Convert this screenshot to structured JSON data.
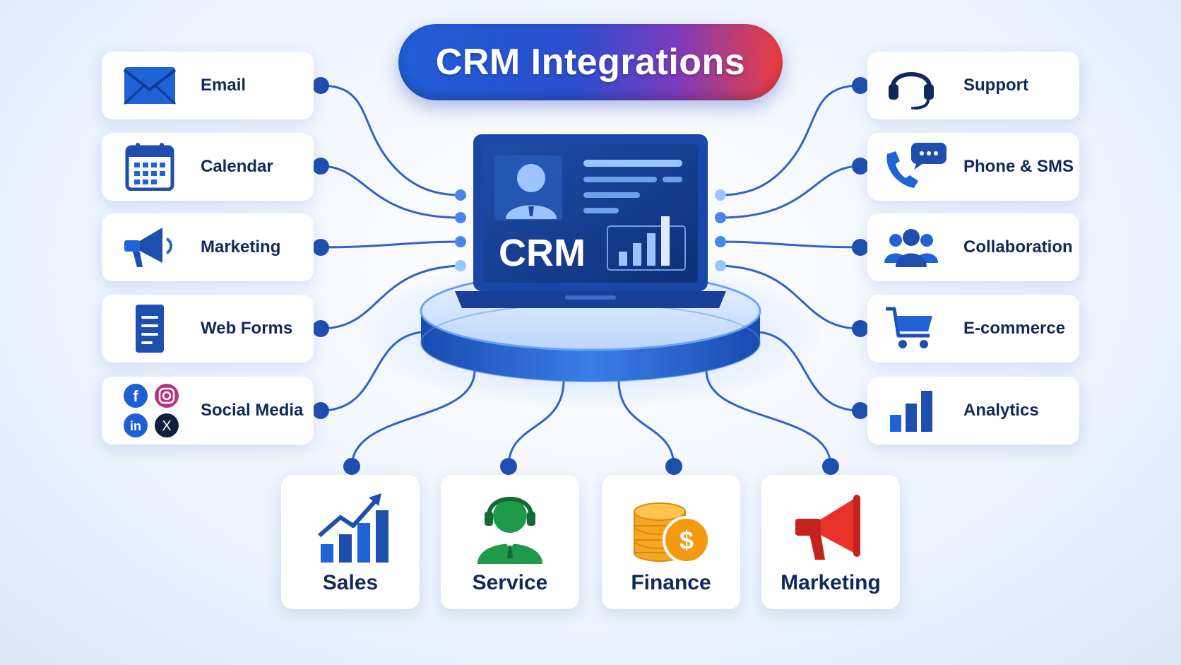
{
  "title": "CRM Integrations",
  "hub": {
    "label": "CRM"
  },
  "left_items": [
    {
      "label": "Email",
      "icon": "envelope-icon"
    },
    {
      "label": "Calendar",
      "icon": "calendar-icon"
    },
    {
      "label": "Marketing",
      "icon": "megaphone-icon"
    },
    {
      "label": "Web Forms",
      "icon": "document-icon"
    },
    {
      "label": "Social Media",
      "icon": "social-media-icons",
      "icon_text": {
        "facebook": "f",
        "linkedin": "in",
        "x": "X"
      }
    }
  ],
  "right_items": [
    {
      "label": "Support",
      "icon": "headset-icon"
    },
    {
      "label": "Phone & SMS",
      "icon": "phone-chat-icon"
    },
    {
      "label": "Collaboration",
      "icon": "people-group-icon"
    },
    {
      "label": "E-commerce",
      "icon": "shopping-cart-icon"
    },
    {
      "label": "Analytics",
      "icon": "bar-chart-icon"
    }
  ],
  "bottom_items": [
    {
      "label": "Sales",
      "icon": "growth-chart-icon"
    },
    {
      "label": "Service",
      "icon": "agent-icon"
    },
    {
      "label": "Finance",
      "icon": "coins-dollar-icon"
    },
    {
      "label": "Marketing",
      "icon": "red-megaphone-icon"
    }
  ],
  "colors": {
    "primary_blue": "#1f4fae",
    "dark_navy": "#10295a",
    "connector": "#2f63c6",
    "title_gradient": [
      "#1f5fd6",
      "#ef3d3d"
    ],
    "service_green": "#1f9a4a",
    "finance_orange": "#f5a623",
    "marketing_red": "#e8322b"
  }
}
